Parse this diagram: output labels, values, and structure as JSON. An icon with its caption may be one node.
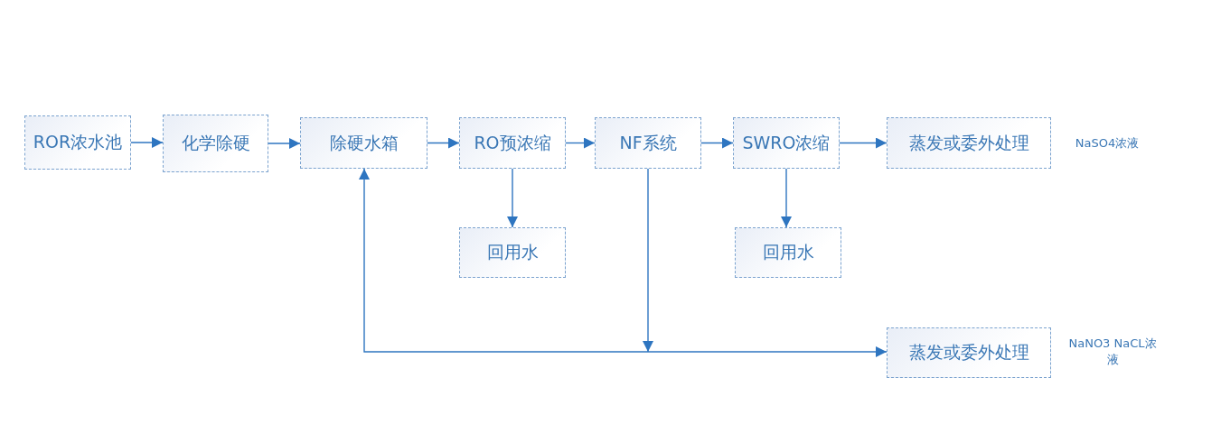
{
  "diagram": {
    "nodes": [
      {
        "text": [
          "ROR浓水池"
        ]
      },
      {
        "text": [
          "化学除硬"
        ]
      },
      {
        "text": [
          "除硬水箱"
        ]
      },
      {
        "text": [
          "RO预浓缩"
        ]
      },
      {
        "text": [
          "NF系统"
        ]
      },
      {
        "text": [
          "SWRO浓缩"
        ]
      },
      {
        "text": [
          "蒸发或委外处理"
        ],
        "beside": [
          "NaSO4浓液"
        ]
      },
      {
        "text": [
          "回用水"
        ]
      },
      {
        "text": [
          "回用水"
        ]
      },
      {
        "text": [
          "蒸发或委外处理"
        ],
        "beside": [
          "NaNO3 NaCL浓液"
        ]
      }
    ],
    "edges": [
      {
        "from": 0,
        "to": 1,
        "arrow": "to"
      },
      {
        "from": 1,
        "to": 2,
        "arrow": "to"
      },
      {
        "from": 2,
        "to": 3,
        "arrow": "to"
      },
      {
        "from": 3,
        "to": 4,
        "arrow": "to"
      },
      {
        "from": 4,
        "to": 5,
        "arrow": "to"
      },
      {
        "from": 5,
        "to": 6,
        "arrow": "to"
      },
      {
        "from": 3,
        "to": 7,
        "arrow": "to"
      },
      {
        "from": 5,
        "to": 8,
        "arrow": "to"
      },
      {
        "from": 4,
        "to": 2,
        "arrow": "to"
      },
      {
        "from": 4,
        "to": 9,
        "arrow": "to"
      }
    ]
  }
}
